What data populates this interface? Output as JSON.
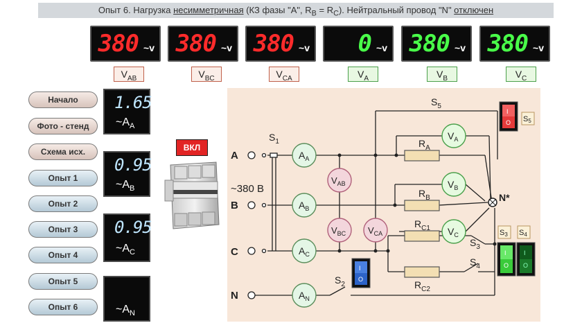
{
  "title": {
    "prefix": "Опыт 6.  Нагрузка ",
    "underlined1": "несимметричная",
    "middle": " (КЗ фазы \"А\", R",
    "sub_b": "B",
    "eq": " = R",
    "sub_c": "C",
    "after": "). Нейтральный провод \"N\" ",
    "underlined2": "отключен"
  },
  "voltmeters": [
    {
      "value": "380",
      "unit": "~v",
      "color": "red",
      "label": "V",
      "sub": "AB"
    },
    {
      "value": "380",
      "unit": "~v",
      "color": "red",
      "label": "V",
      "sub": "BC"
    },
    {
      "value": "380",
      "unit": "~v",
      "color": "red",
      "label": "V",
      "sub": "CA"
    },
    {
      "value": "0",
      "unit": "~v",
      "color": "green",
      "label": "V",
      "sub": "A"
    },
    {
      "value": "380",
      "unit": "~v",
      "color": "green",
      "label": "V",
      "sub": "B"
    },
    {
      "value": "380",
      "unit": "~v",
      "color": "green",
      "label": "V",
      "sub": "C"
    }
  ],
  "ammeters": [
    {
      "value": "1.65",
      "unit": "~A",
      "sub": "A"
    },
    {
      "value": "0.95",
      "unit": "~A",
      "sub": "B"
    },
    {
      "value": "0.95",
      "unit": "~A",
      "sub": "C"
    },
    {
      "value": "",
      "unit": "~A",
      "sub": "N"
    }
  ],
  "buttons": [
    "Начало",
    "Фото - стенд",
    "Схема исх.",
    "Опыт 1",
    "Опыт 2",
    "Опыт 3",
    "Опыт 4",
    "Опыт 5",
    "Опыт 6"
  ],
  "breaker_label": "ВКЛ",
  "circuit": {
    "supply": "~380 В",
    "phases": [
      "A",
      "B",
      "C",
      "N"
    ],
    "switches": {
      "s1": "S",
      "s2": "S",
      "s3": "S",
      "s4": "S",
      "s5": "S"
    },
    "neutral_point": "N*",
    "resistors": {
      "ra": "R",
      "rb": "R",
      "rc1": "R",
      "rc2": "R"
    },
    "meters": {
      "aa": "A",
      "ab": "A",
      "ac": "A",
      "an": "A",
      "vab": "V",
      "vbc": "V",
      "vca": "V",
      "va": "V",
      "vb": "V",
      "vc": "V"
    },
    "toggle_on": "I",
    "toggle_off": "O"
  },
  "colors": {
    "red_digits": "#ff2b2b",
    "green_digits": "#49ff49",
    "amp_digits": "#bfe6ff",
    "panel_bg": "#f8e7d9"
  }
}
